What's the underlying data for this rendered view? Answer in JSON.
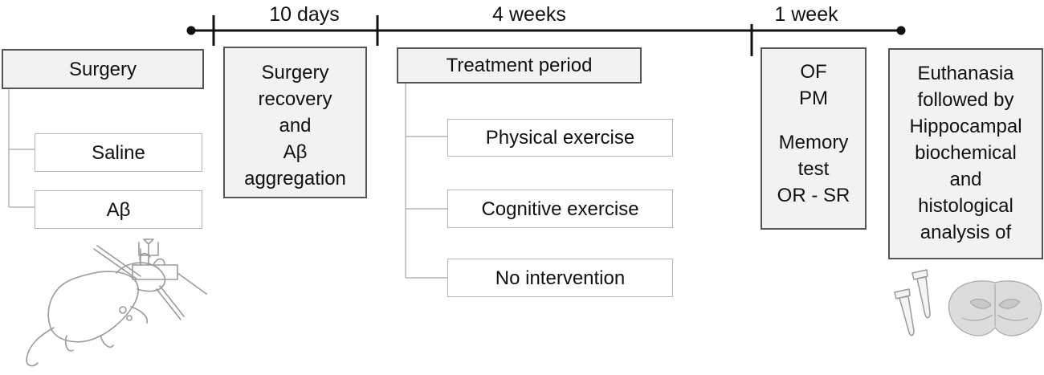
{
  "timeline": {
    "periods": [
      {
        "label": "10 days"
      },
      {
        "label": "4 weeks"
      },
      {
        "label": "1 week"
      }
    ]
  },
  "surgery": {
    "title": "Surgery",
    "groups": [
      "Saline",
      "Aβ"
    ]
  },
  "recovery": {
    "lines": [
      "Surgery",
      "recovery",
      "and",
      "Aβ",
      "aggregation"
    ]
  },
  "treatment": {
    "title": "Treatment period",
    "groups": [
      "Physical exercise",
      "Cognitive exercise",
      "No intervention"
    ]
  },
  "tests": {
    "lines_top": [
      "OF",
      "PM"
    ],
    "lines_bottom": [
      "Memory",
      "test",
      "OR - SR"
    ]
  },
  "euthanasia": {
    "lines": [
      "Euthanasia",
      "followed by",
      "Hippocampal",
      "biochemical",
      "and",
      "histological",
      "analysis of"
    ]
  },
  "colors": {
    "timeline": "#111111",
    "box_fill": "#f2f2f2",
    "box_border": "#555555",
    "sub_border": "#b5b5b5",
    "illustration": "#9a9a9a"
  },
  "icons": [
    "rat-stereotaxic-surgery-icon",
    "eppendorf-tubes-icon",
    "brain-section-icon"
  ]
}
